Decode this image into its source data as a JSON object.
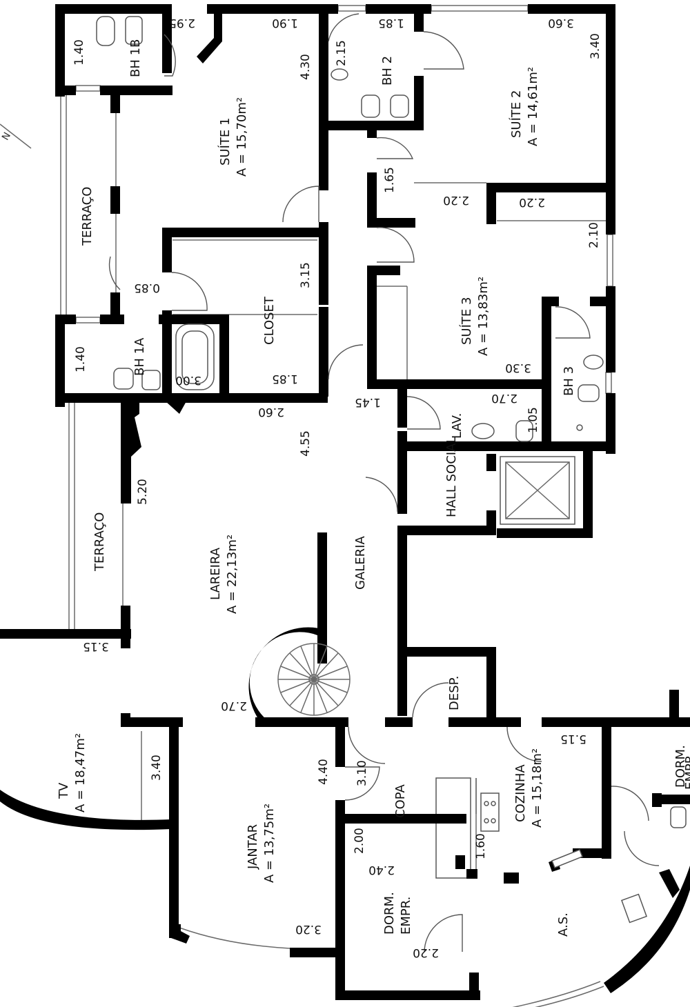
{
  "rooms": {
    "bh1b": "BH 1B",
    "bh2": "BH 2",
    "suite1_name": "SUÍTE 1",
    "suite1_area": "A = 15,70m²",
    "suite2_name": "SUÍTE 2",
    "suite2_area": "A = 14,61m²",
    "terraco_top": "TERRAÇO",
    "closet": "CLOSET",
    "suite3_name": "SUÍTE 3",
    "suite3_area": "A = 13,83m²",
    "bh1a": "BH 1A",
    "bh3": "BH 3",
    "lav": "LAV.",
    "hall_social": "HALL SOCIAL",
    "terraco_mid": "TERRAÇO",
    "lareira_name": "LAREIRA",
    "lareira_area": "A = 22,13m²",
    "galeria": "GALERIA",
    "desp": "DESP.",
    "tv_name": "TV",
    "tv_area": "A = 18,47m²",
    "jantar_name": "JANTAR",
    "jantar_area": "A = 13,75m²",
    "copa": "COPA",
    "cozinha_name": "COZINHA",
    "cozinha_area": "A = 15,18m²",
    "dorm_empr_right_a": "DORM.",
    "dorm_empr_right_b": "EMPR.",
    "dorm_empr_a": "DORM.",
    "dorm_empr_b": "EMPR.",
    "as": "A.S."
  },
  "dimensions": {
    "bh1b_w": "1.40",
    "bh1b_top": "2.95",
    "suite1_top": "1.90",
    "suite1_side": "4.30",
    "bh2_side": "2.15",
    "bh2_top": "1.85",
    "suite2_top": "3.60",
    "suite2_side": "3.40",
    "corridor_1": "1.65",
    "suite2_bottom": "2.20",
    "suite3_top": "2.20",
    "suite3_side": "2.10",
    "closet_side": "3.15",
    "terraco_door": "0.85",
    "bh1a_w": "1.40",
    "bh1a_bottom": "3.00",
    "closet_bottom": "1.85",
    "suite3_bottom": "3.30",
    "lav_top": "2.70",
    "lav_side": "1.05",
    "galeria_top": "1.45",
    "lareira_top": "2.60",
    "lareira_side": "4.55",
    "lareira_left": "5.20",
    "terraco_bottom": "3.15",
    "lareira_bottom": "2.70",
    "tv_side": "3.40",
    "jantar_side": "4.40",
    "copa_side": "3.10",
    "cozinha_top": "5.15",
    "copa_bottom": "2.40",
    "dorm_w": "2.00",
    "dorm_side": "1.60",
    "jantar_bottom": "3.20",
    "dorm_bottom": "2.20"
  },
  "symbols": {
    "north_mark": "N"
  }
}
